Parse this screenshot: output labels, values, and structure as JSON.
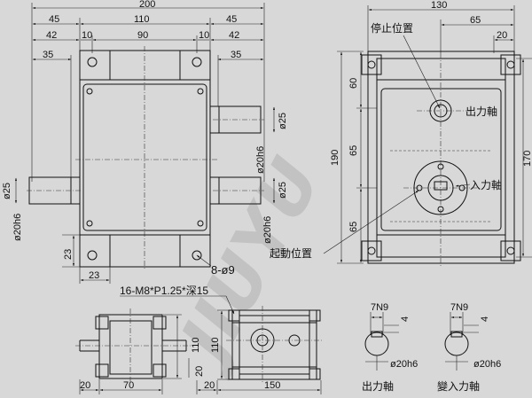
{
  "watermark": "JIUYU",
  "front_view": {
    "dims": {
      "overall_width": "200",
      "side_45_left": "45",
      "center_110": "110",
      "side_45_right": "45",
      "left_42": "42",
      "left_10": "10",
      "center_90": "90",
      "right_10": "10",
      "right_42": "42",
      "left_35": "35",
      "right_35": "35",
      "dia25_top": "ø25",
      "dia20h6_top": "ø20h6",
      "dia25_left": "ø25",
      "dia20h6_left": "ø20h6",
      "dia25_right": "ø25",
      "dia20h6_right": "ø20h6",
      "bottom_23_v": "23",
      "bottom_23_h": "23",
      "holes": "8-ø9"
    }
  },
  "side_view": {
    "dims": {
      "overall_width": "130",
      "width_65": "65",
      "width_20": "20",
      "height_190": "190",
      "height_170": "170",
      "v_60": "60",
      "v_65_a": "65",
      "v_65_b": "65"
    },
    "labels": {
      "stop_position": "停止位置",
      "output_shaft": "出力軸",
      "input_shaft": "入力軸",
      "start_position": "起動位置"
    }
  },
  "top_view": {
    "thread_note": "16-M8*P1.25*深15",
    "dims": {
      "left_20": "20",
      "left_70": "70",
      "left_110": "110",
      "left_20_v": "20",
      "right_20": "20",
      "right_150": "150",
      "right_110": "110"
    }
  },
  "keyways": {
    "output": {
      "key": "7N9",
      "depth": "4",
      "dia": "ø20h6",
      "label": "出力軸"
    },
    "input": {
      "key": "7N9",
      "depth": "4",
      "dia": "ø20h6",
      "label": "變入力軸"
    }
  }
}
